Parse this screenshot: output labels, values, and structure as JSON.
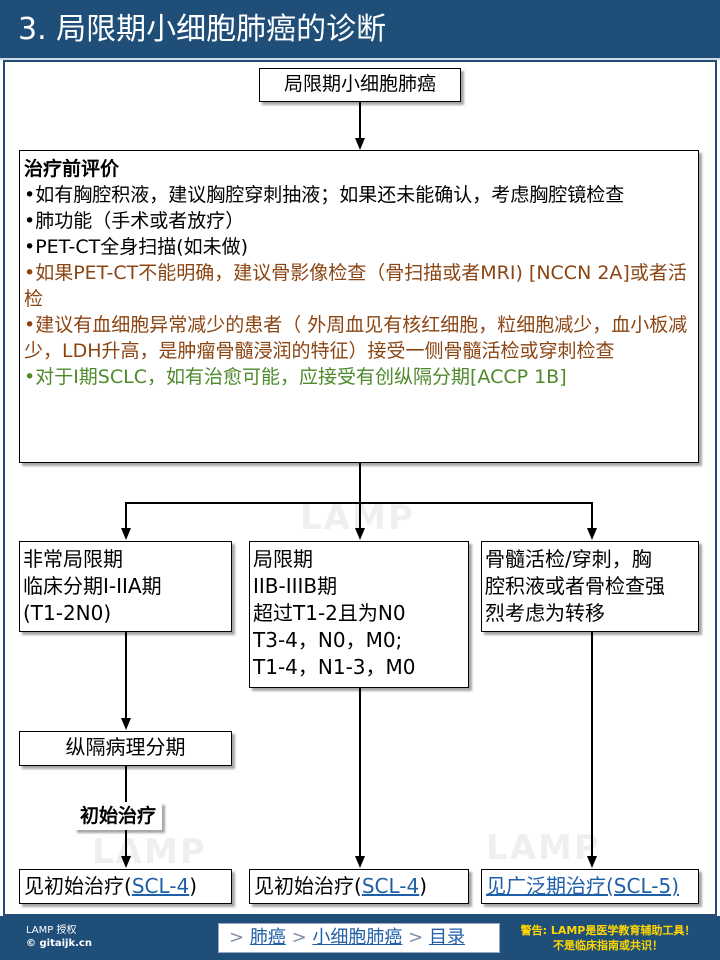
{
  "header": {
    "title": "3. 局限期小细胞肺癌的诊断"
  },
  "watermark": "LAMP",
  "top_box": {
    "label": "局限期小细胞肺癌"
  },
  "evaluation": {
    "title": "治疗前评价",
    "lines": [
      "•如有胸腔积液，建议胸腔穿刺抽液；如果还未能确认，考虑胸腔镜检查",
      "•肺功能（手术或者放疗）",
      "•PET-CT全身扫描(如未做)",
      "•如果PET-CT不能明确，建议骨影像检查（骨扫描或者MRI) [NCCN 2A]或者活检",
      "•建议有血细胞异常减少的患者（ 外周血见有核红细胞，粒细胞减少，血小板减少，LDH升高，是肿瘤骨髓浸润的特征）接受一侧骨髓活检或穿刺检查",
      "•对于I期SCLC，如有治愈可能，应接受有创纵隔分期[ACCP 1B]"
    ]
  },
  "branches": {
    "left": {
      "lines": [
        "非常局限期",
        "临床分期I-IIA期",
        "(T1-2N0)"
      ]
    },
    "middle": {
      "lines": [
        "局限期",
        "IIB-IIIB期",
        "超过T1-2且为N0",
        "T3-4，N0，M0;",
        "T1-4，N1-3，M0"
      ]
    },
    "right": {
      "lines": [
        "骨髓活检/穿刺，胸",
        "腔积液或者骨检查强",
        "烈考虑为转移"
      ]
    }
  },
  "mediastinal": {
    "label": "纵隔病理分期"
  },
  "initial_label": "初始治疗",
  "outcomes": {
    "left": {
      "prefix": "见初始治疗(",
      "link": "SCL-4",
      "suffix": ")"
    },
    "middle": {
      "prefix": "见初始治疗(",
      "link": "SCL-4",
      "suffix": ")"
    },
    "right": {
      "link": "见广泛期治疗(SCL-5)"
    }
  },
  "footer": {
    "license": "LAMP 授权",
    "site": "© gitaijk.cn",
    "breadcrumb": {
      "sep": ">",
      "items": [
        "肺癌",
        "小细胞肺癌",
        "目录"
      ]
    },
    "warning_lines": [
      "警告: LAMP是医学教育辅助工具！",
      "不是临床指南或共识！"
    ]
  }
}
